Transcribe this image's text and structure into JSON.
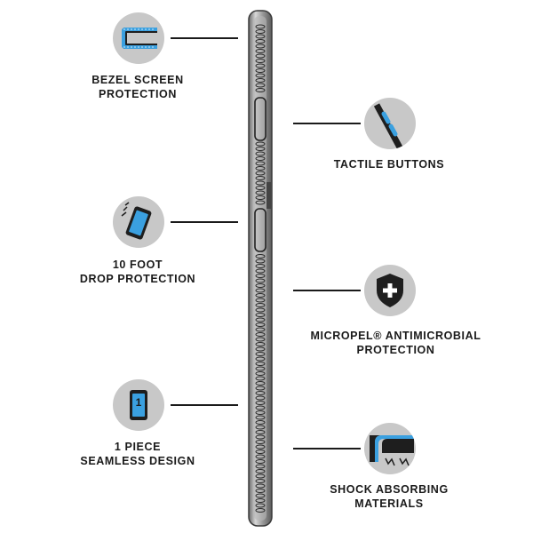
{
  "features": {
    "bezel": {
      "line1": "BEZEL SCREEN",
      "line2": "PROTECTION",
      "icon": "bezel-screen-icon"
    },
    "drop": {
      "line1": "10 FOOT",
      "line2": "DROP PROTECTION",
      "icon": "drop-phone-icon"
    },
    "seamless": {
      "line1": "1 PIECE",
      "line2": "SEAMLESS DESIGN",
      "icon": "one-piece-phone-icon",
      "badge": "1"
    },
    "tactile": {
      "line1": "TACTILE BUTTONS",
      "icon": "tactile-buttons-icon"
    },
    "micropel": {
      "line1": "MICROPEL® ANTIMICROBIAL",
      "line2": "PROTECTION",
      "icon": "shield-plus-icon"
    },
    "shock": {
      "line1": "SHOCK ABSORBING",
      "line2": "MATERIALS",
      "icon": "shock-absorb-icon"
    }
  },
  "colors": {
    "accent_blue": "#3aa0e0",
    "icon_bg": "#c8c8c8",
    "ink": "#1a1a1a"
  }
}
